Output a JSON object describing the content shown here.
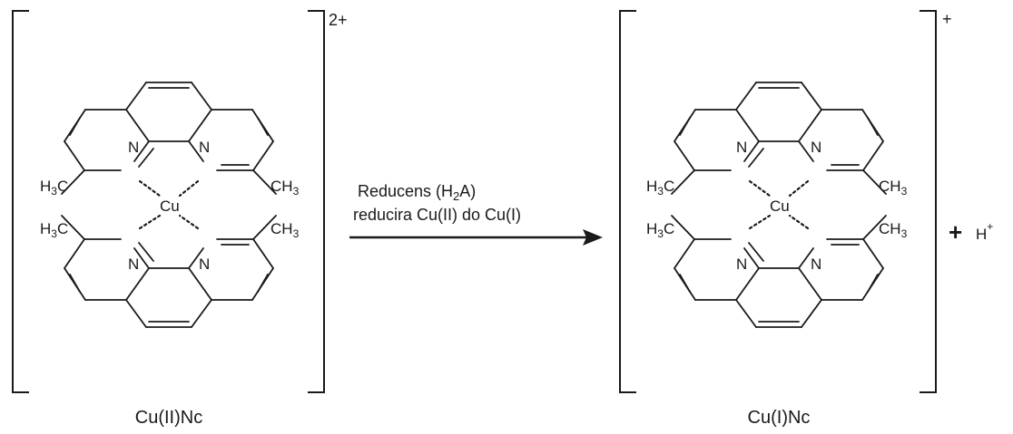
{
  "atoms": {
    "nitrogen": "N",
    "copper": "Cu",
    "methyl_left": {
      "main": "H",
      "sub": "3",
      "tail": "C"
    },
    "methyl_right": {
      "main": "CH",
      "sub": "3"
    }
  },
  "reactant": {
    "charge": "2+",
    "name": "Cu(II)Nc"
  },
  "arrow": {
    "line1_prefix": "Reducens (H",
    "line1_sub": "2",
    "line1_suffix": "A)",
    "line2": "reducira Cu(II) do Cu(I)"
  },
  "product": {
    "charge": "+",
    "name": "Cu(I)Nc"
  },
  "byproduct": {
    "plus": "+",
    "symbol": "H",
    "charge": "+"
  }
}
